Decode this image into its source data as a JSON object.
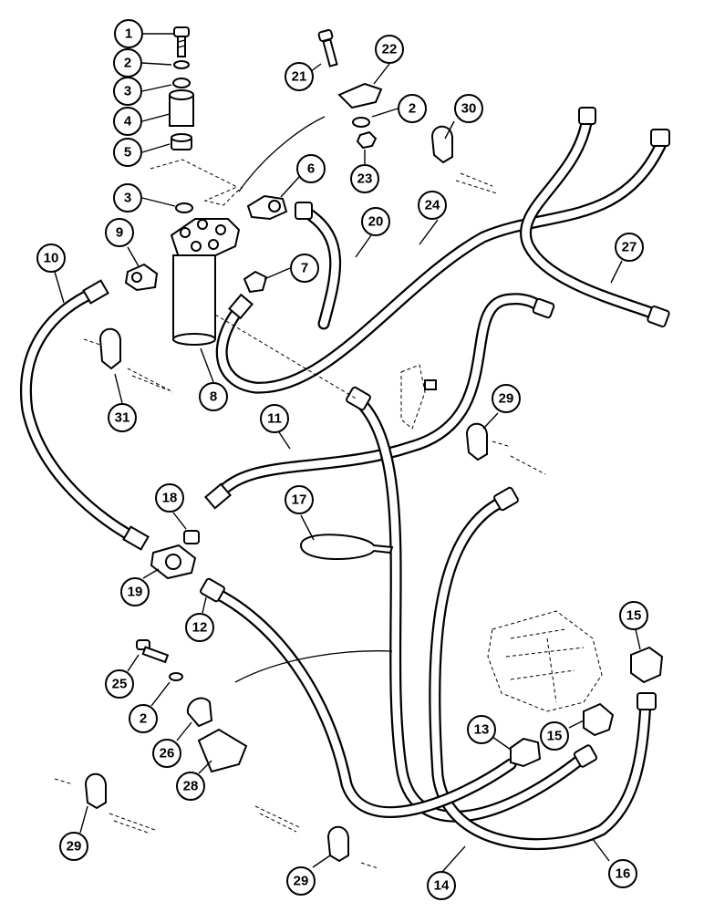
{
  "callouts": [
    {
      "id": "c1",
      "label": "1"
    },
    {
      "id": "c2a",
      "label": "2"
    },
    {
      "id": "c3a",
      "label": "3"
    },
    {
      "id": "c4",
      "label": "4"
    },
    {
      "id": "c5",
      "label": "5"
    },
    {
      "id": "c3b",
      "label": "3"
    },
    {
      "id": "c9",
      "label": "9"
    },
    {
      "id": "c6",
      "label": "6"
    },
    {
      "id": "c7",
      "label": "7"
    },
    {
      "id": "c8",
      "label": "8"
    },
    {
      "id": "c10",
      "label": "10"
    },
    {
      "id": "c31",
      "label": "31"
    },
    {
      "id": "c21",
      "label": "21"
    },
    {
      "id": "c22",
      "label": "22"
    },
    {
      "id": "c2b",
      "label": "2"
    },
    {
      "id": "c23",
      "label": "23"
    },
    {
      "id": "c30",
      "label": "30"
    },
    {
      "id": "c20",
      "label": "20"
    },
    {
      "id": "c24",
      "label": "24"
    },
    {
      "id": "c27",
      "label": "27"
    },
    {
      "id": "c11",
      "label": "11"
    },
    {
      "id": "c29a",
      "label": "29"
    },
    {
      "id": "c18",
      "label": "18"
    },
    {
      "id": "c17",
      "label": "17"
    },
    {
      "id": "c19",
      "label": "19"
    },
    {
      "id": "c12",
      "label": "12"
    },
    {
      "id": "c25",
      "label": "25"
    },
    {
      "id": "c2c",
      "label": "2"
    },
    {
      "id": "c26",
      "label": "26"
    },
    {
      "id": "c28",
      "label": "28"
    },
    {
      "id": "c29b",
      "label": "29"
    },
    {
      "id": "c29c",
      "label": "29"
    },
    {
      "id": "c14",
      "label": "14"
    },
    {
      "id": "c16",
      "label": "16"
    },
    {
      "id": "c13",
      "label": "13"
    },
    {
      "id": "c15a",
      "label": "15"
    },
    {
      "id": "c15b",
      "label": "15"
    }
  ]
}
